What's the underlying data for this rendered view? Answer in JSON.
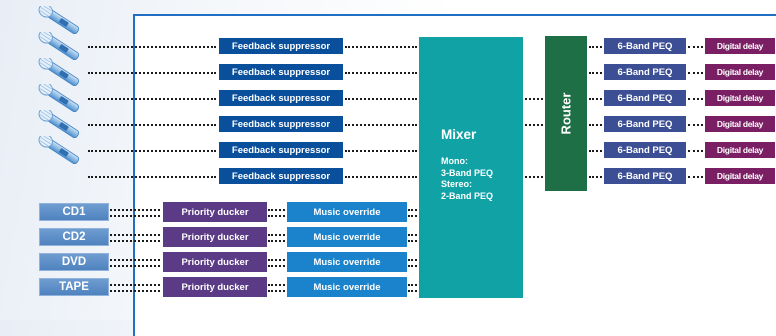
{
  "inputs": {
    "feedback_label": "Feedback suppressor",
    "feedback_rows": [
      {
        "label": "Feedback suppressor"
      },
      {
        "label": "Feedback suppressor"
      },
      {
        "label": "Feedback suppressor"
      },
      {
        "label": "Feedback suppressor"
      },
      {
        "label": "Feedback suppressor"
      },
      {
        "label": "Feedback suppressor"
      }
    ],
    "sources": [
      {
        "name": "CD1",
        "ducker": "Priority ducker",
        "override": "Music override"
      },
      {
        "name": "CD2",
        "ducker": "Priority ducker",
        "override": "Music override"
      },
      {
        "name": "DVD",
        "ducker": "Priority ducker",
        "override": "Music override"
      },
      {
        "name": "TAPE",
        "ducker": "Priority ducker",
        "override": "Music override"
      }
    ]
  },
  "mixer": {
    "title": "Mixer",
    "line1": "Mono:",
    "line2": "3-Band PEQ",
    "line3": "Stereo:",
    "line4": "2-Band PEQ"
  },
  "router": {
    "label": "Router"
  },
  "outputs": [
    {
      "peq": "6-Band PEQ",
      "delay": "Digital delay"
    },
    {
      "peq": "6-Band PEQ",
      "delay": "Digital delay"
    },
    {
      "peq": "6-Band PEQ",
      "delay": "Digital delay"
    },
    {
      "peq": "6-Band PEQ",
      "delay": "Digital delay"
    },
    {
      "peq": "6-Band PEQ",
      "delay": "Digital delay"
    },
    {
      "peq": "6-Band PEQ",
      "delay": "Digital delay"
    }
  ],
  "colors": {
    "feedback": "#0a4f9c",
    "peq": "#3d4f94",
    "delay": "#7a1f63",
    "source": "#5b8ec8",
    "ducker": "#5b3b86",
    "override": "#1a83cc",
    "mixer": "#11a2a6",
    "router": "#1e6f46",
    "frame": "#1f6fc4"
  },
  "icons": {
    "microphone": "microphone-icon"
  }
}
